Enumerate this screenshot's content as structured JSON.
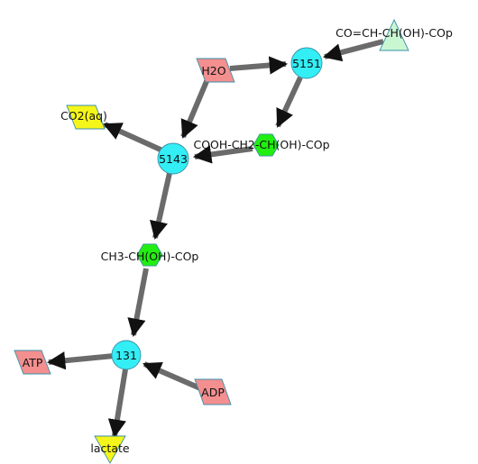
{
  "graph": {
    "nodes": [
      {
        "id": "n5151",
        "label": "5151",
        "kind": "reaction",
        "shape": "circle",
        "color": "#33eef5"
      },
      {
        "id": "n5143",
        "label": "5143",
        "kind": "reaction",
        "shape": "circle",
        "color": "#33eef5"
      },
      {
        "id": "n131",
        "label": "131",
        "kind": "reaction",
        "shape": "circle",
        "color": "#33eef5"
      },
      {
        "id": "glyceraldehyde",
        "label": "CO=CH-CH(OH)-COp",
        "kind": "compound",
        "shape": "triangle",
        "color": "#c9f7d2"
      },
      {
        "id": "h2o",
        "label": "H2O",
        "kind": "compound",
        "shape": "parallelogram",
        "color": "#f48f8f"
      },
      {
        "id": "co2",
        "label": "CO2(aq)",
        "kind": "compound",
        "shape": "parallelogram",
        "color": "#f5f51a"
      },
      {
        "id": "malate",
        "label": "COOH-CH2-CH(OH)-COp",
        "kind": "compound",
        "shape": "hexagon",
        "color": "#22ee11"
      },
      {
        "id": "lactyl",
        "label": "CH3-CH(OH)-COp",
        "kind": "compound",
        "shape": "hexagon",
        "color": "#22ee11"
      },
      {
        "id": "atp",
        "label": "ATP",
        "kind": "compound",
        "shape": "parallelogram",
        "color": "#f48f8f"
      },
      {
        "id": "adp",
        "label": "ADP",
        "kind": "compound",
        "shape": "parallelogram",
        "color": "#f48f8f"
      },
      {
        "id": "lactate",
        "label": "lactate",
        "kind": "compound",
        "shape": "triangle-down",
        "color": "#f5f51a"
      }
    ],
    "edges": [
      {
        "from": "glyceraldehyde",
        "to": "n5151"
      },
      {
        "from": "h2o",
        "to": "n5151"
      },
      {
        "from": "n5151",
        "to": "malate"
      },
      {
        "from": "h2o",
        "to": "n5143"
      },
      {
        "from": "malate",
        "to": "n5143"
      },
      {
        "from": "n5143",
        "to": "co2"
      },
      {
        "from": "n5143",
        "to": "lactyl"
      },
      {
        "from": "lactyl",
        "to": "n131"
      },
      {
        "from": "n131",
        "to": "atp"
      },
      {
        "from": "adp",
        "to": "n131"
      },
      {
        "from": "n131",
        "to": "lactate"
      }
    ],
    "colors": {
      "edge": "#6b6b6b",
      "arrowhead": "#111111",
      "node_stroke": "#3a8fa8"
    }
  }
}
